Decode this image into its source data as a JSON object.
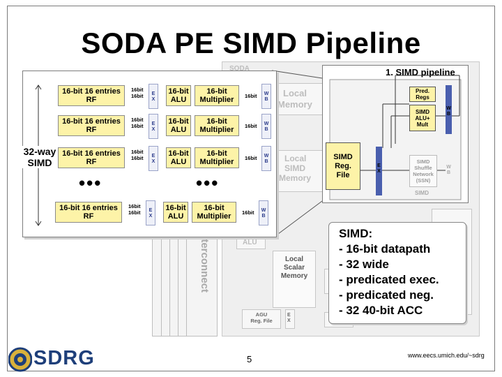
{
  "title": "SODA PE SIMD Pipeline",
  "background_ghost": {
    "soda": "SODA",
    "local_memory": [
      "Local",
      "Memory"
    ],
    "local_simd_memory": [
      "Local",
      "SIMD",
      "Memory"
    ],
    "interconnect": "Interconnect",
    "alu": "ALU",
    "local_scalar_memory": [
      "Local",
      "Scalar",
      "Memory"
    ],
    "agu_reg_file": [
      "AGU",
      "Reg. File"
    ],
    "ex": [
      "E",
      "X"
    ]
  },
  "left_panel": {
    "side_label": [
      "32-way",
      "SIMD"
    ],
    "rows": [
      {
        "rf": [
          "16-bit 16 entries",
          "RF"
        ],
        "bus": [
          "16bit",
          "16bit"
        ],
        "ex": [
          "E",
          "X"
        ],
        "alu": [
          "16-bit",
          "ALU"
        ],
        "mult": [
          "16-bit",
          "Multiplier"
        ],
        "out": "16bit",
        "wb": [
          "W",
          "B"
        ]
      },
      {
        "rf": [
          "16-bit 16 entries",
          "RF"
        ],
        "bus": [
          "16bit",
          "16bit"
        ],
        "ex": [
          "E",
          "X"
        ],
        "alu": [
          "16-bit",
          "ALU"
        ],
        "mult": [
          "16-bit",
          "Multiplier"
        ],
        "out": "16bit",
        "wb": [
          "W",
          "B"
        ]
      },
      {
        "rf": [
          "16-bit 16 entries",
          "RF"
        ],
        "bus": [
          "16bit",
          "16bit"
        ],
        "ex": [
          "E",
          "X"
        ],
        "alu": [
          "16-bit",
          "ALU"
        ],
        "mult": [
          "16-bit",
          "Multiplier"
        ],
        "out": "16bit",
        "wb": [
          "W",
          "B"
        ]
      },
      {
        "rf": [
          "16-bit 16 entries",
          "RF"
        ],
        "bus": [
          "16bit",
          "16bit"
        ],
        "ex": [
          "E",
          "X"
        ],
        "alu": [
          "16-bit",
          "ALU"
        ],
        "mult": [
          "16-bit",
          "Multiplier"
        ],
        "out": "16bit",
        "wb": [
          "W",
          "B"
        ]
      }
    ],
    "dots": "•••"
  },
  "right_panel": {
    "title": "1. SIMD pipeline",
    "pred_regs": [
      "Pred.",
      "Regs"
    ],
    "simd_alu": [
      "SIMD",
      "ALU+",
      "Mult"
    ],
    "simd_reg_file": [
      "SIMD",
      "Reg.",
      "File"
    ],
    "shuffle": [
      "SIMD",
      "Shuffle",
      "Network",
      "(SSN)"
    ],
    "ex": [
      "E",
      "X"
    ],
    "wb": [
      "W",
      "B"
    ],
    "simd_ghost": "SIMD"
  },
  "simd_summary": {
    "heading": "SIMD:",
    "items": [
      "- 16-bit datapath",
      "- 32 wide",
      "- predicated exec.",
      "- predicated neg.",
      "- 32 40-bit ACC"
    ]
  },
  "footer": {
    "page_number": "5",
    "url": "www.eecs.umich.edu/~sdrg",
    "logo": "SDRG"
  }
}
